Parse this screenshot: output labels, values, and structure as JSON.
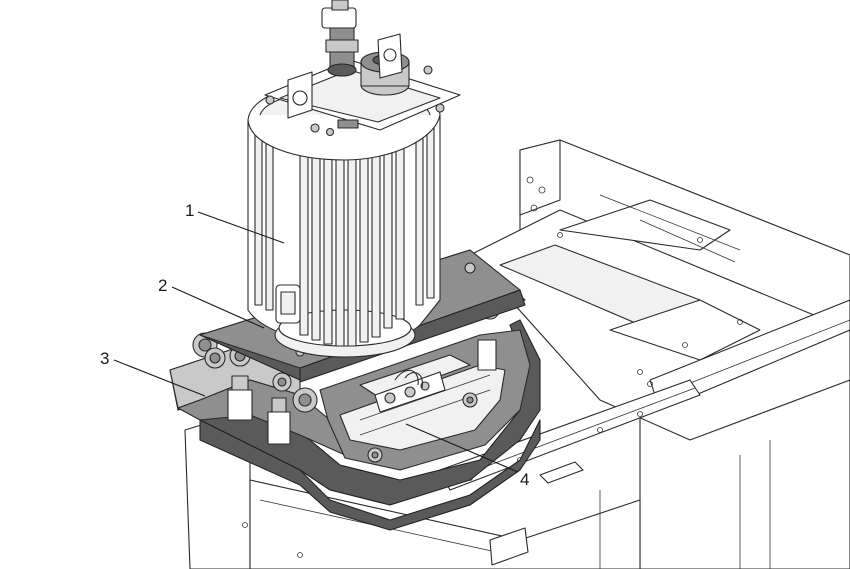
{
  "figure": {
    "callouts": [
      {
        "id": "1",
        "label": "1"
      },
      {
        "id": "2",
        "label": "2"
      },
      {
        "id": "3",
        "label": "3"
      },
      {
        "id": "4",
        "label": "4"
      }
    ]
  },
  "colors": {
    "line": "#2a2a2a",
    "fill_light": "#f1f1f1",
    "fill_mid": "#c9c9c9",
    "fill_dark": "#8f8f8f",
    "background": "#ffffff"
  }
}
